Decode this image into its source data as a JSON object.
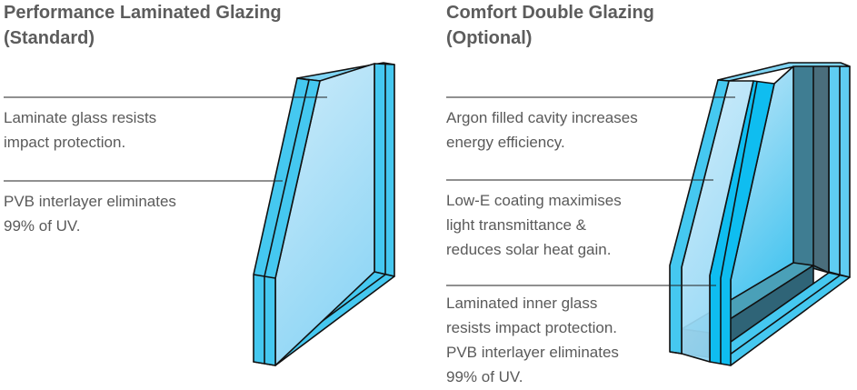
{
  "standard": {
    "title_line1": "Performance Laminated Glazing",
    "title_line2": "(Standard)",
    "notes": [
      {
        "line1": "Laminate glass resists",
        "line2": "impact protection."
      },
      {
        "line1": "PVB interlayer eliminates",
        "line2": "99% of UV."
      }
    ]
  },
  "optional": {
    "title_line1": "Comfort Double Glazing",
    "title_line2": "(Optional)",
    "notes": [
      {
        "line1": "Argon filled cavity increases",
        "line2": "energy efficiency."
      },
      {
        "line1": "Low-E coating maximises",
        "line2": "light transmittance &",
        "line3": "reduces solar heat gain."
      },
      {
        "line1": "Laminated inner glass",
        "line2": "resists impact protection.",
        "line3": "PVB interlayer eliminates",
        "line4": "99% of UV."
      }
    ]
  },
  "colors": {
    "glass_edge": "#45c8f0",
    "glass_face": "#a8def7",
    "cavity": "#3f7d92",
    "spacer": "#555555"
  }
}
